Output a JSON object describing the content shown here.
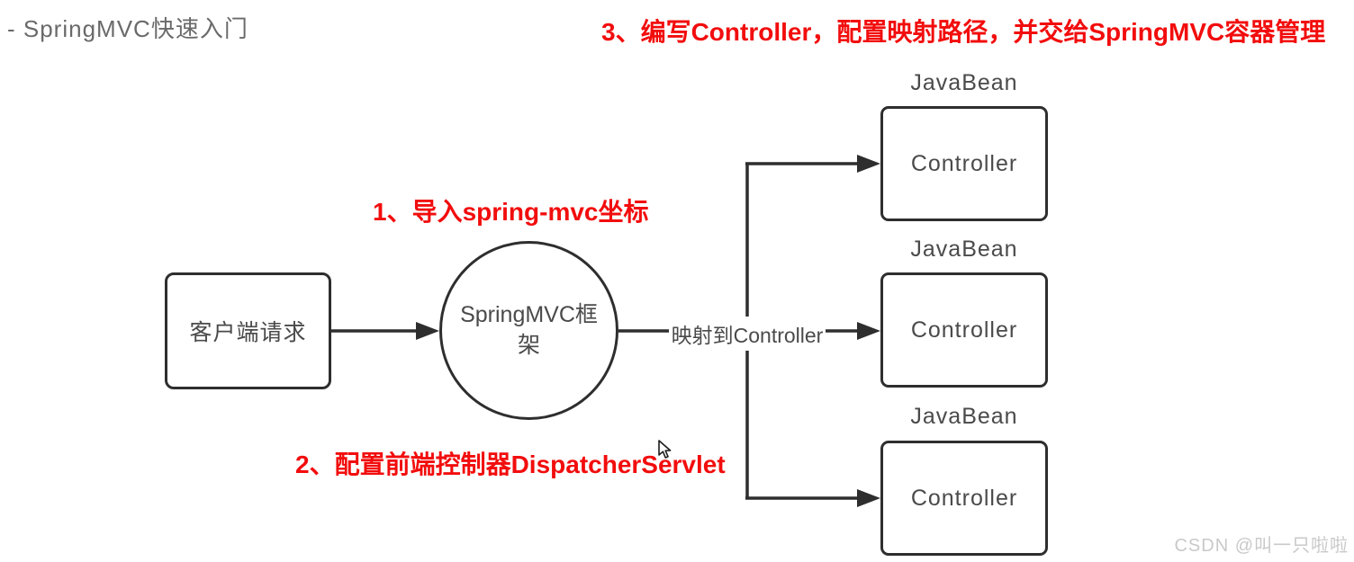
{
  "header": {
    "title": "- SpringMVC快速入门"
  },
  "annotations": {
    "color": "#f20d0d",
    "step1": "1、导入spring-mvc坐标",
    "step2": "2、配置前端控制器DispatcherServlet",
    "step3": "3、编写Controller，配置映射路径，并交给SpringMVC容器管理"
  },
  "diagram": {
    "stroke_color": "#2e2e2e",
    "text_color": "#4a4a4a",
    "client_box_label": "客户端请求",
    "framework_label": "SpringMVC框架",
    "mapping_label": "映射到Controller",
    "controllers": [
      {
        "tag": "JavaBean",
        "label": "Controller"
      },
      {
        "tag": "JavaBean",
        "label": "Controller"
      },
      {
        "tag": "JavaBean",
        "label": "Controller"
      }
    ]
  },
  "watermark": {
    "text": "CSDN @叫一只啦啦"
  }
}
